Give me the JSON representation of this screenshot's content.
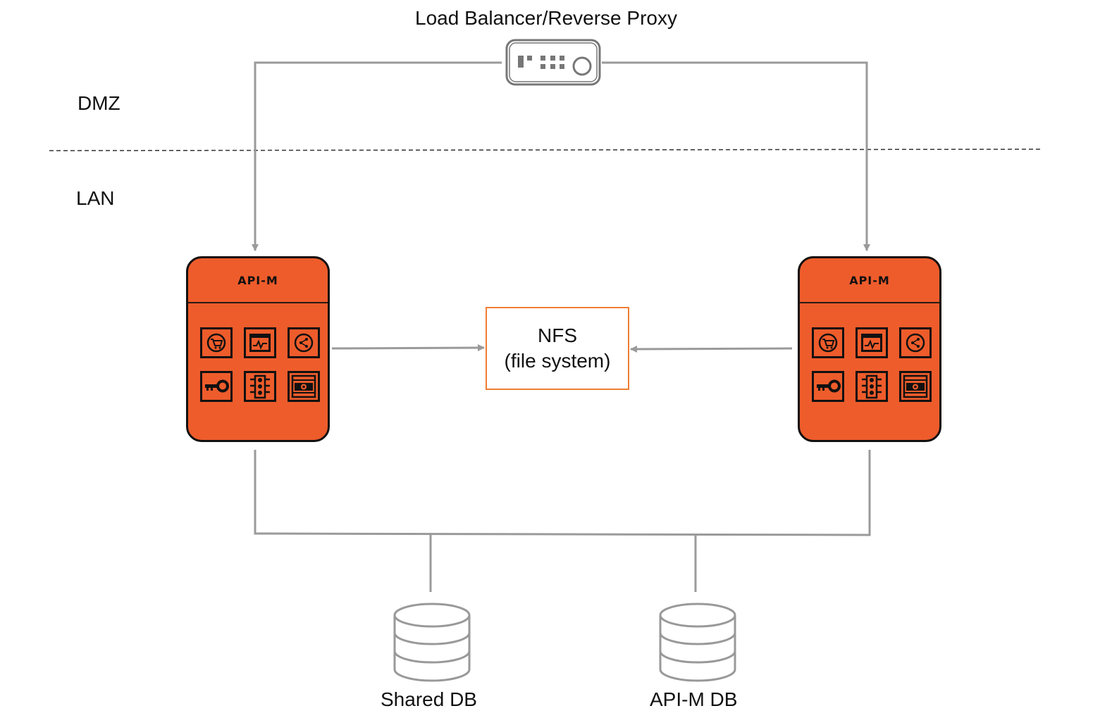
{
  "header": {
    "title": "Load Balancer/Reverse Proxy"
  },
  "zones": {
    "dmz": "DMZ",
    "lan": "LAN"
  },
  "nodes": [
    {
      "label": "API-M",
      "icons": [
        "cart-icon",
        "monitor-chart-icon",
        "share-icon",
        "key-icon",
        "traffic-light-icon",
        "server-rack-icon"
      ]
    },
    {
      "label": "API-M",
      "icons": [
        "cart-icon",
        "monitor-chart-icon",
        "share-icon",
        "key-icon",
        "traffic-light-icon",
        "server-rack-icon"
      ]
    }
  ],
  "nfs": {
    "line1": "NFS",
    "line2": "(file system)"
  },
  "databases": [
    {
      "label": "Shared DB"
    },
    {
      "label": "API-M DB"
    }
  ],
  "colors": {
    "node_fill": "#ee5c2b",
    "nfs_border": "#ee7d32",
    "connector": "#9a9a9a"
  }
}
